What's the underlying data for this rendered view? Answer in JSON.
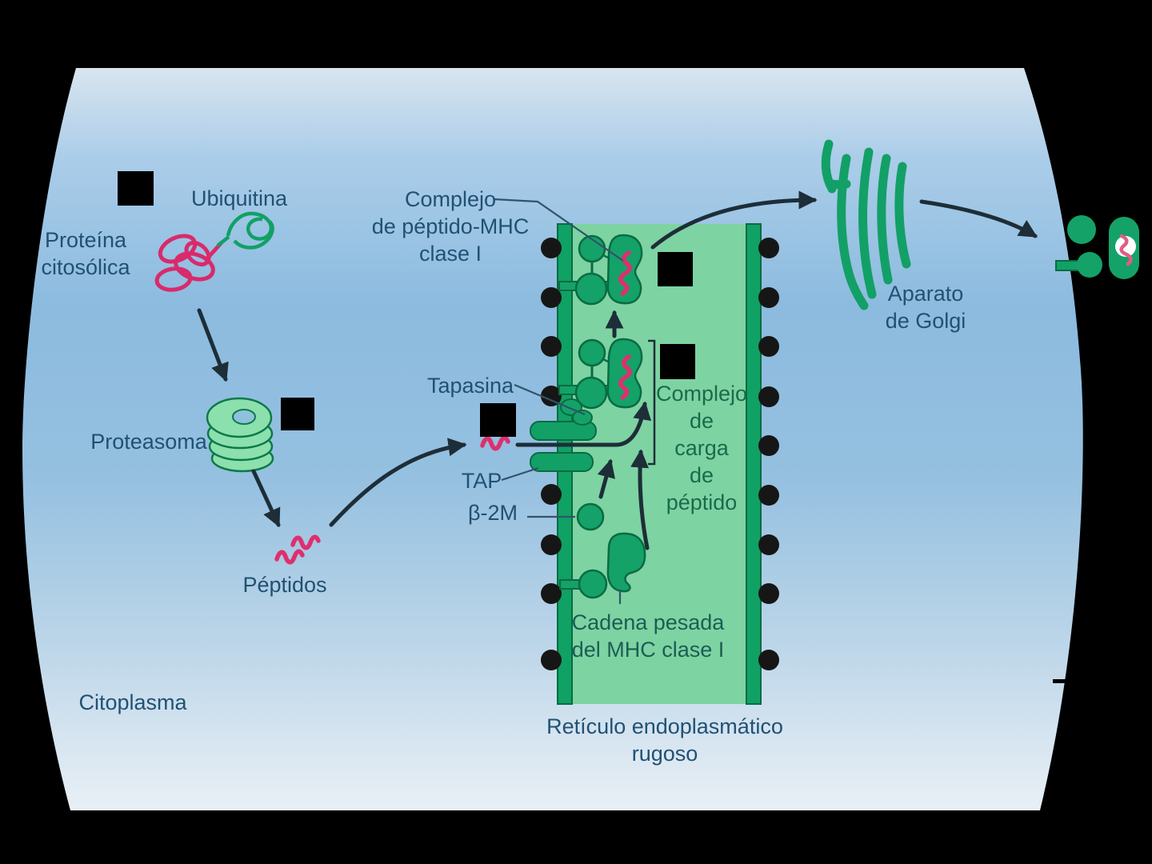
{
  "labels": {
    "ubiquitina": "Ubiquitina",
    "proteina_citosolica": "Proteína\ncitosólica",
    "proteasoma": "Proteasoma",
    "peptidos": "Péptidos",
    "citoplasma": "Citoplasma",
    "complejo_peptido_mhc": "Complejo\nde péptido-MHC\nclase I",
    "tapasina": "Tapasina",
    "tap": "TAP",
    "beta2m": "β-2M",
    "complejo_carga": "Complejo\nde\ncarga\nde\npéptido",
    "cadena_pesada": "Cadena pesada\ndel MHC clase I",
    "reticulo": "Retículo endoplasmático\nrugoso",
    "aparato_golgi": "Aparato\nde Golgi"
  },
  "colors": {
    "background_black": "#000000",
    "cytosol_blue_mid": "#8fbcdf",
    "cytosol_blue_light": "#e9f0f6",
    "membrane_green": "#10a164",
    "er_lumen_green": "#7ed3a2",
    "molecule_green": "#14a269",
    "molecule_outline": "#0a6b42",
    "proteasome_green": "#8ce0ae",
    "peptide_pink": "#df2f6e",
    "label_blue": "#215173",
    "er_label_green": "#1a6a4c",
    "heavy_chain_label_green": "#1c5e53",
    "arrow_dark": "#1d2e38",
    "ribosome_black": "#161616"
  },
  "icons": {
    "ribosome_dot": "filled-circle",
    "redaction_marker": "black-square"
  }
}
